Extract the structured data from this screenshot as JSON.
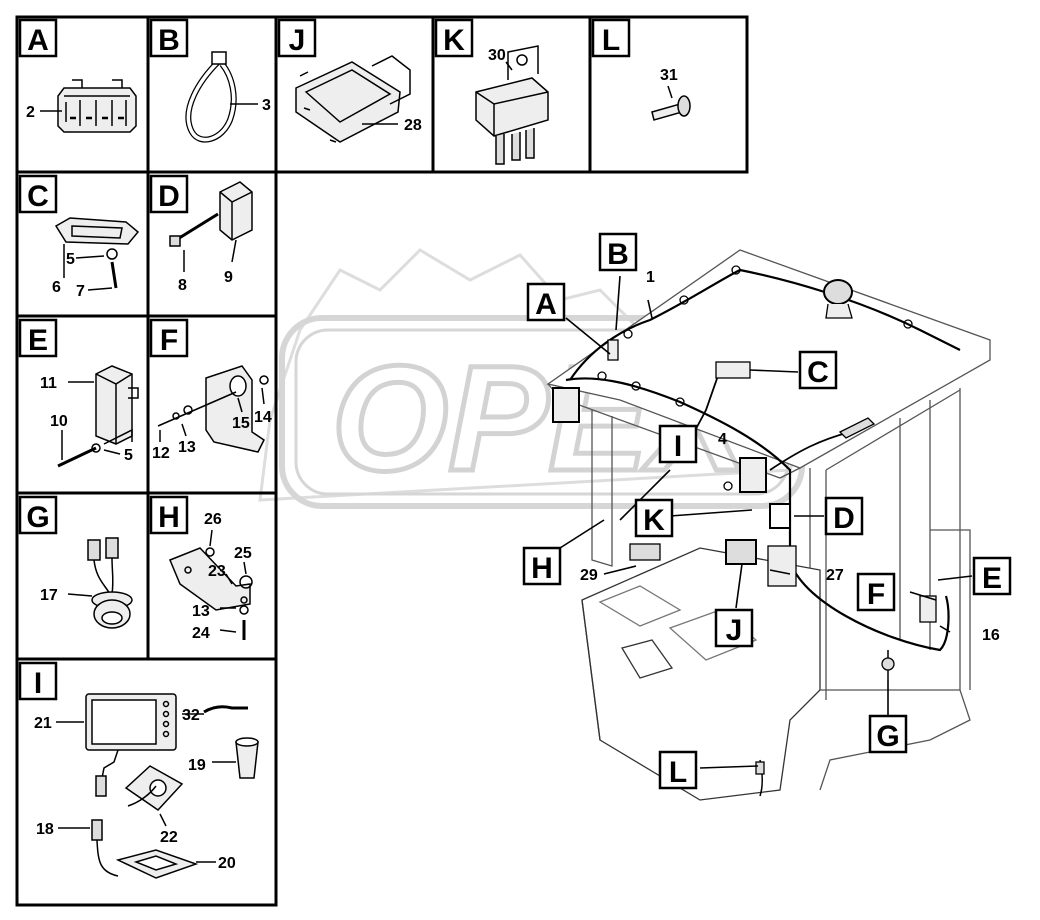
{
  "watermark": "OPEX",
  "panels": [
    {
      "letter": "A",
      "parts": [
        "2"
      ]
    },
    {
      "letter": "B",
      "parts": [
        "3"
      ]
    },
    {
      "letter": "J",
      "parts": [
        "28"
      ]
    },
    {
      "letter": "K",
      "parts": [
        "30"
      ]
    },
    {
      "letter": "L",
      "parts": [
        "31"
      ]
    },
    {
      "letter": "C",
      "parts": [
        "5",
        "6",
        "7"
      ]
    },
    {
      "letter": "D",
      "parts": [
        "8",
        "9"
      ]
    },
    {
      "letter": "E",
      "parts": [
        "11",
        "10",
        "5"
      ]
    },
    {
      "letter": "F",
      "parts": [
        "15",
        "14",
        "12",
        "13"
      ]
    },
    {
      "letter": "G",
      "parts": [
        "17"
      ]
    },
    {
      "letter": "H",
      "parts": [
        "26",
        "25",
        "23",
        "13",
        "24"
      ]
    },
    {
      "letter": "I",
      "parts": [
        "21",
        "32",
        "19",
        "18",
        "22",
        "20"
      ]
    }
  ],
  "main_callouts": [
    "A",
    "B",
    "C",
    "D",
    "E",
    "F",
    "G",
    "H",
    "I",
    "J",
    "K",
    "L"
  ],
  "main_parts": [
    "1",
    "4",
    "29",
    "27",
    "16"
  ]
}
